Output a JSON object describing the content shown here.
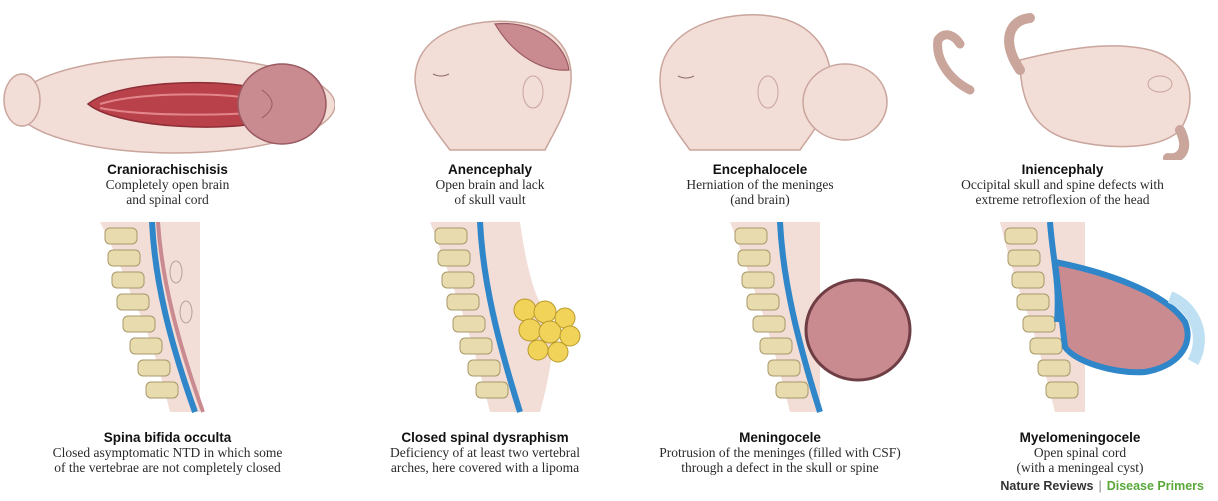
{
  "top_row": [
    {
      "title": "Craniorachischisis",
      "line1": "Completely open brain",
      "line2": "and spinal cord",
      "icon": "infant-back-open-spine"
    },
    {
      "title": "Anencephaly",
      "line1": "Open brain and lack",
      "line2": "of skull vault",
      "icon": "infant-head-profile"
    },
    {
      "title": "Encephalocele",
      "line1": "Herniation of the meninges",
      "line2": "(and brain)",
      "icon": "infant-head-sac"
    },
    {
      "title": "Iniencephaly",
      "line1": "Occipital skull and spine defects with",
      "line2": "extreme retroflexion of the head",
      "icon": "infant-body-retroflexed"
    }
  ],
  "bottom_row": [
    {
      "title": "Spina bifida occulta",
      "line1": "Closed asymptomatic NTD in which some",
      "line2": "of the vertebrae are not completely closed",
      "icon": "spine-section"
    },
    {
      "title": "Closed spinal dysraphism",
      "line1": "Deficiency of at least two vertebral",
      "line2": "arches, here covered with a lipoma",
      "icon": "spine-lipoma"
    },
    {
      "title": "Meningocele",
      "line1": "Protrusion of the meninges (filled with CSF)",
      "line2": "through a defect in the skull or spine",
      "icon": "spine-meningeal-sac"
    },
    {
      "title": "Myelomeningocele",
      "line1": "Open spinal cord",
      "line2": "(with a meningeal cyst)",
      "icon": "spine-open-cord-cyst"
    }
  ],
  "credit": {
    "journal": "Nature Reviews",
    "separator": "|",
    "series": "Disease Primers"
  },
  "colors": {
    "skin": "#f2ddd7",
    "skin_outline": "#c9a59c",
    "tissue": "#c98a90",
    "vertebra": "#e8dcae",
    "csf_blue": "#2f86c9",
    "lipoma": "#f2d35a",
    "accent_green": "#5aa83a"
  }
}
